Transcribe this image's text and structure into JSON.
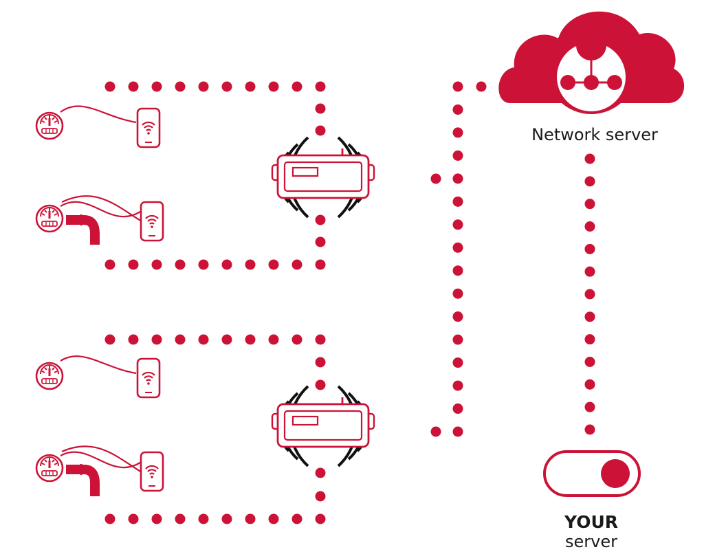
{
  "colors": {
    "accent": "#cc1236",
    "signal": "#111111",
    "background": "#ffffff",
    "text": "#1a1a1a"
  },
  "cloud": {
    "label": "Network server",
    "icon": "network-hub-icon"
  },
  "your_server": {
    "line1": "YOUR",
    "line2": "server",
    "icon": "server-toggle-icon"
  },
  "gateways": [
    {
      "icon": "gateway-icon"
    },
    {
      "icon": "gateway-icon"
    }
  ],
  "sensors": [
    {
      "type": "meter",
      "icon": "meter-with-wireless-module-icon"
    },
    {
      "type": "meter-with-pipe",
      "icon": "meter-with-pipe-icon"
    },
    {
      "type": "meter",
      "icon": "meter-with-wireless-module-icon"
    },
    {
      "type": "meter-with-pipe",
      "icon": "meter-with-pipe-icon"
    }
  ]
}
